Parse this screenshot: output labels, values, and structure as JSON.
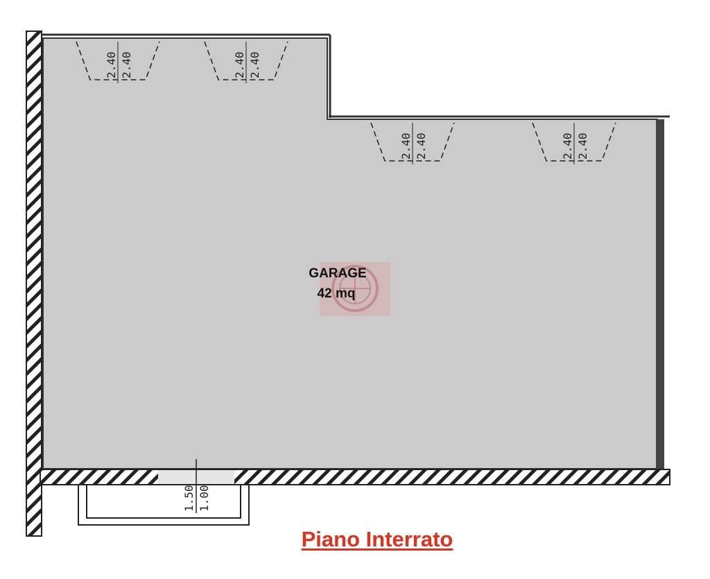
{
  "room": {
    "name": "GARAGE",
    "area": "42 mq"
  },
  "window_dims": [
    "2.40",
    "2.40"
  ],
  "light_well_dims": [
    "1.50",
    "1.00"
  ],
  "title": "Piano Interrato",
  "colors": {
    "floor": "#cbcbcb",
    "title": "#e0301e",
    "wall": "#222222",
    "watermark": "#c0392b"
  }
}
